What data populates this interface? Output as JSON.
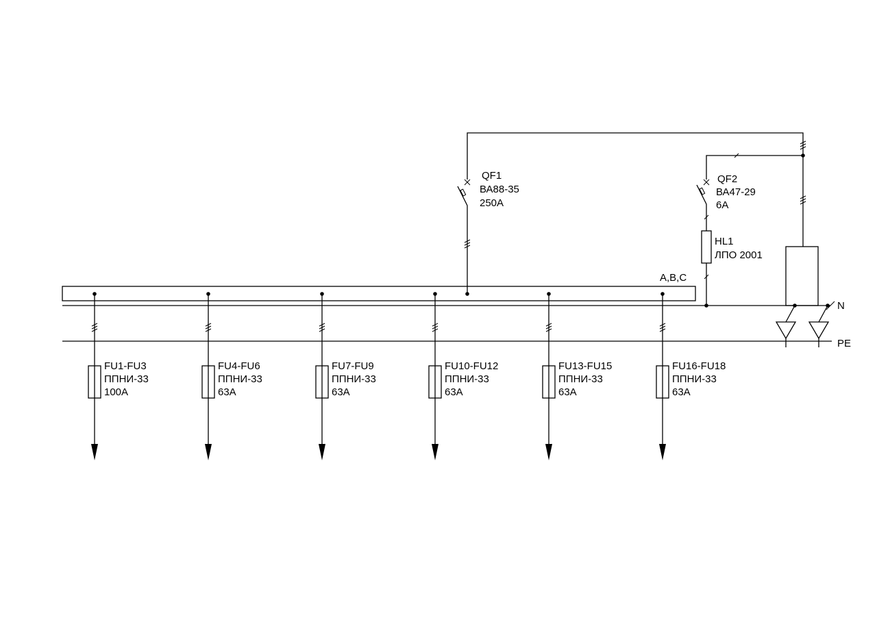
{
  "bus": {
    "phase_label": "A,B,C",
    "n_label": "N",
    "pe_label": "PE"
  },
  "qf1": {
    "name": "QF1",
    "type": "ВА88-35",
    "rating": "250А"
  },
  "qf2": {
    "name": "QF2",
    "type": "ВА47-29",
    "rating": "6А"
  },
  "hl1": {
    "name": "HL1",
    "type": "ЛПО 2001"
  },
  "feeders": [
    {
      "name": "FU1-FU3",
      "type": "ППНИ-33",
      "rating": "100А"
    },
    {
      "name": "FU4-FU6",
      "type": "ППНИ-33",
      "rating": "63А"
    },
    {
      "name": "FU7-FU9",
      "type": "ППНИ-33",
      "rating": "63А"
    },
    {
      "name": "FU10-FU12",
      "type": "ППНИ-33",
      "rating": "63А"
    },
    {
      "name": "FU13-FU15",
      "type": "ППНИ-33",
      "rating": "63А"
    },
    {
      "name": "FU16-FU18",
      "type": "ППНИ-33",
      "rating": "63А"
    }
  ]
}
